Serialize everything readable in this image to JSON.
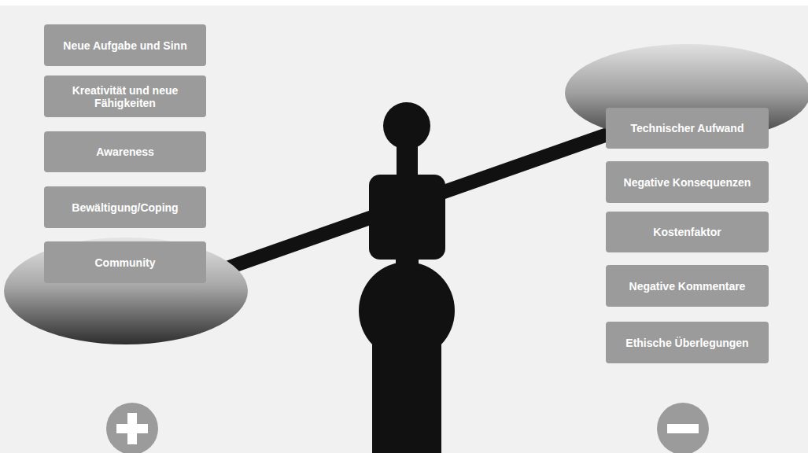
{
  "diagram": {
    "nodes": [
      {
        "text": [
          "Neue Aufgabe und Sinn"
        ]
      },
      {
        "text": [
          "Kreativität und neue Fähigkeiten"
        ]
      },
      {
        "text": [
          "Awareness"
        ]
      },
      {
        "text": [
          "Bewältigung/Coping"
        ]
      },
      {
        "text": [
          "Community"
        ]
      },
      {
        "text": [
          "Technischer Aufwand"
        ]
      },
      {
        "text": [
          "Negative Konsequenzen"
        ]
      },
      {
        "text": [
          "Kostenfaktor"
        ]
      },
      {
        "text": [
          "Negative Kommentare"
        ]
      },
      {
        "text": [
          "Ethische Überlegungen"
        ]
      }
    ]
  }
}
